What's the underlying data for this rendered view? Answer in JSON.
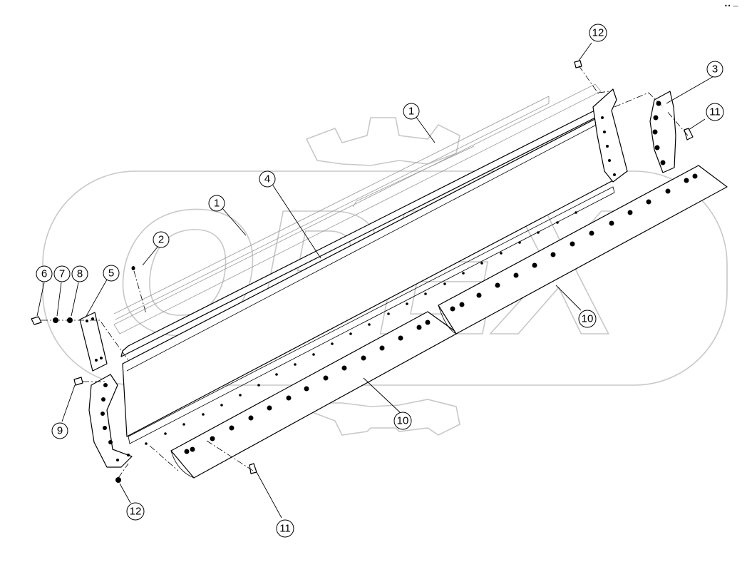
{
  "diagram": {
    "watermark_text": "OPEX",
    "corner_mark": "•• —",
    "callouts": [
      {
        "id": "c1a",
        "label": "1"
      },
      {
        "id": "c1b",
        "label": "1"
      },
      {
        "id": "c2",
        "label": "2"
      },
      {
        "id": "c3",
        "label": "3"
      },
      {
        "id": "c4",
        "label": "4"
      },
      {
        "id": "c5",
        "label": "5"
      },
      {
        "id": "c6",
        "label": "6"
      },
      {
        "id": "c7",
        "label": "7"
      },
      {
        "id": "c8",
        "label": "8"
      },
      {
        "id": "c9",
        "label": "9"
      },
      {
        "id": "c10a",
        "label": "10"
      },
      {
        "id": "c10b",
        "label": "10"
      },
      {
        "id": "c11a",
        "label": "11"
      },
      {
        "id": "c11b",
        "label": "11"
      },
      {
        "id": "c12a",
        "label": "12"
      },
      {
        "id": "c12b",
        "label": "12"
      }
    ]
  }
}
